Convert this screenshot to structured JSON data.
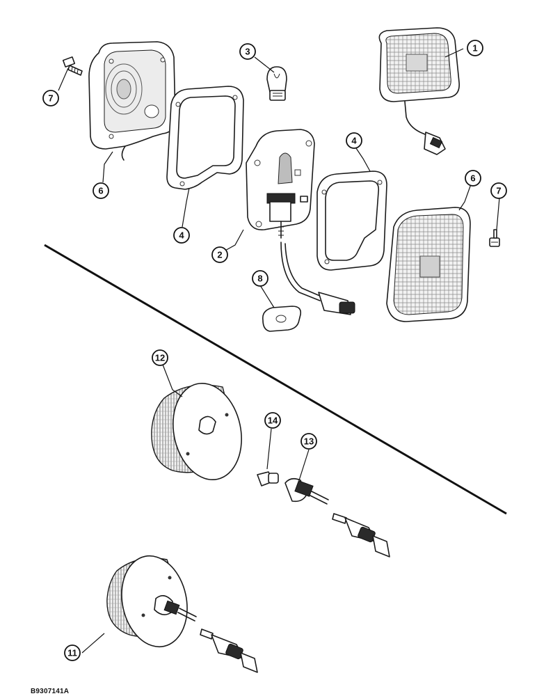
{
  "drawing_code": "B9307141A",
  "callouts": [
    {
      "id": "c1",
      "label": "1"
    },
    {
      "id": "c3",
      "label": "3"
    },
    {
      "id": "c7a",
      "label": "7"
    },
    {
      "id": "c6a",
      "label": "6"
    },
    {
      "id": "c4a",
      "label": "4"
    },
    {
      "id": "c2",
      "label": "2"
    },
    {
      "id": "c4b",
      "label": "4"
    },
    {
      "id": "c6b",
      "label": "6"
    },
    {
      "id": "c7b",
      "label": "7"
    },
    {
      "id": "c8",
      "label": "8"
    },
    {
      "id": "c12",
      "label": "12"
    },
    {
      "id": "c14",
      "label": "14"
    },
    {
      "id": "c13",
      "label": "13"
    },
    {
      "id": "c11",
      "label": "11"
    }
  ]
}
